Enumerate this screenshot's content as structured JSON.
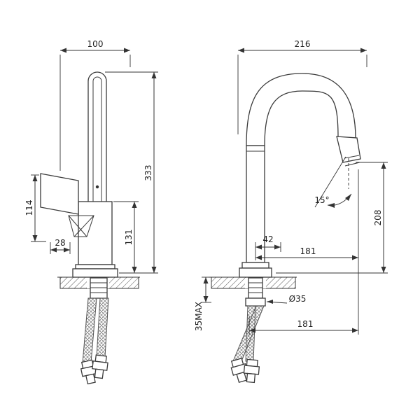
{
  "drawing": {
    "type": "faucet-technical-drawing",
    "colors": {
      "line": "#333333",
      "background": "#ffffff"
    }
  },
  "dims": {
    "left": {
      "top_width": "100",
      "total_height": "333",
      "body_height": "131",
      "handle_height": "114",
      "handle_offset": "28"
    },
    "right": {
      "top_width": "216",
      "spout_angle": "15°",
      "outlet_height": "208",
      "base_offset": "42",
      "reach_upper": "181",
      "shank_diameter": "Ø35",
      "deck_max": "35MAX",
      "reach_lower": "181"
    }
  }
}
